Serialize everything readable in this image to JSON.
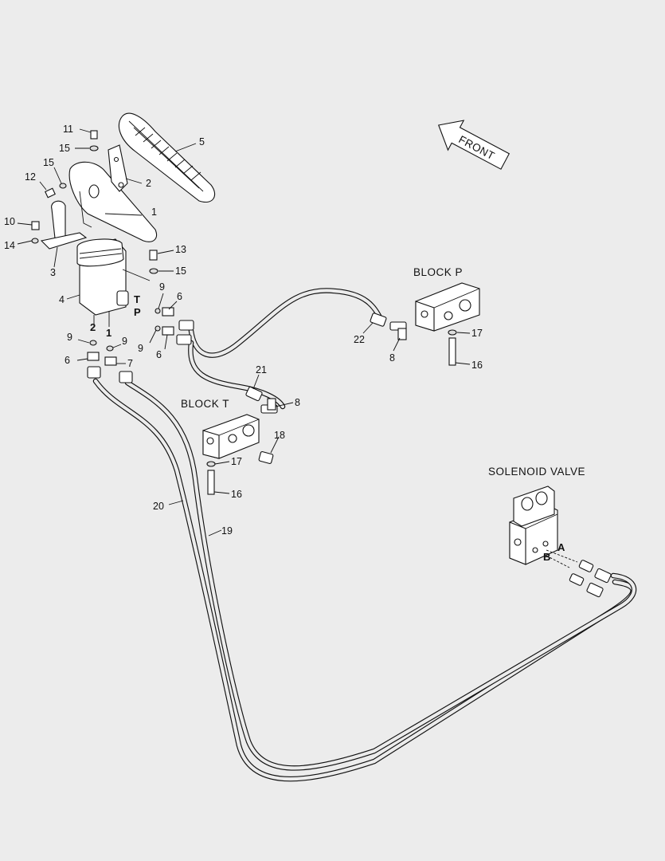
{
  "directions": {
    "front": "FRONT"
  },
  "blocks": {
    "block_p": "BLOCK  P",
    "block_t": "BLOCK  T",
    "solenoid": "SOLENOID VALVE"
  },
  "ports": {
    "t": "T",
    "p": "P",
    "one": "1",
    "two": "2",
    "a": "A",
    "b": "B"
  },
  "callouts": {
    "c1": "1",
    "c2": "2",
    "c3": "3",
    "c4": "4",
    "c5": "5",
    "c6a": "6",
    "c6b": "6",
    "c6c": "6",
    "c7": "7",
    "c8a": "8",
    "c8b": "8",
    "c9a": "9",
    "c9b": "9",
    "c9c": "9",
    "c9d": "9",
    "c10": "10",
    "c11": "11",
    "c12": "12",
    "c13": "13",
    "c14": "14",
    "c15a": "15",
    "c15b": "15",
    "c15c": "15",
    "c16a": "16",
    "c16b": "16",
    "c17a": "17",
    "c17b": "17",
    "c18": "18",
    "c19": "19",
    "c20": "20",
    "c21": "21",
    "c22": "22"
  }
}
